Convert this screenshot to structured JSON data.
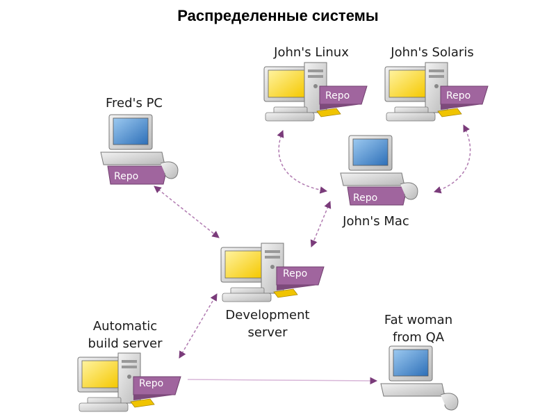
{
  "title": "Распределенные системы",
  "repo_label": "Repo",
  "nodes": {
    "johns_linux": {
      "label": "John's Linux"
    },
    "johns_solaris": {
      "label": "John's Solaris"
    },
    "freds_pc": {
      "label": "Fred's PC"
    },
    "johns_mac": {
      "label": "John's Mac"
    },
    "dev_server": {
      "label_line1": "Development",
      "label_line2": "server"
    },
    "build_server": {
      "label_line1": "Automatic",
      "label_line2": "build server"
    },
    "qa": {
      "label_line1": "Fat woman",
      "label_line2": "from QA"
    }
  },
  "colors": {
    "repo_purple": "#a0659e",
    "arrow": "#b07ab0",
    "screen_yellow": "#f5d400",
    "screen_blue": "#3a7fc9"
  }
}
